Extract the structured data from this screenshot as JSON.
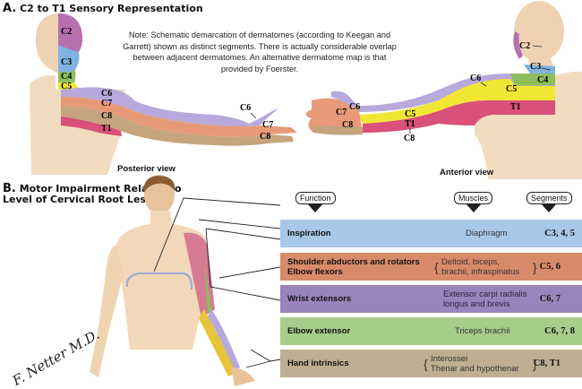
{
  "section_a": {
    "letter": "A.",
    "title": "C2 to T1 Sensory Representation",
    "note": "Note: Schematic demarcation of dermatomes (according to Keegan and Garrett) shown as distinct segments. There is actually considerable overlap between adjacent dermatomes. An alternative dermatome map is that provided by Foerster.",
    "posterior_view": {
      "label": "Posterior view",
      "dermatomes": [
        "C2",
        "C3",
        "C4",
        "C5",
        "C6",
        "C7",
        "C8",
        "T1",
        "C6",
        "C7",
        "C8"
      ]
    },
    "anterior_view": {
      "label": "Anterior view",
      "dermatomes": [
        "C2",
        "C3",
        "C4",
        "C5",
        "C6",
        "T1",
        "C6",
        "C7",
        "C8",
        "C5",
        "T1",
        "C8"
      ]
    },
    "colors": {
      "C2": "#b86fb0",
      "C3": "#7fb3e0",
      "C4": "#8cbf5a",
      "C5": "#f2e634",
      "C6": "#b7a9dc",
      "C7": "#e89a78",
      "C8": "#c5a47e",
      "T1": "#d9507a"
    }
  },
  "section_b": {
    "letter": "B.",
    "title_line1": "Motor Impairment Related to",
    "title_line2": "Level of Cervical Root Lesion",
    "callouts": {
      "function": "Function",
      "muscles": "Muscles",
      "segments": "Segments"
    },
    "rows": [
      {
        "function": [
          "Inspiration"
        ],
        "muscles": [
          "Diaphragm"
        ],
        "brace": false,
        "segments": "C3, 4, 5",
        "color": "#a8c8ea"
      },
      {
        "function": [
          "Shoulder abductors and rotators",
          "Elbow flexors"
        ],
        "muscles": [
          "Deltoid, biceps,",
          "brachii, infraspinatus"
        ],
        "brace": true,
        "segments": "C5, 6",
        "color": "#d98a6a"
      },
      {
        "function": [
          "Wrist extensors"
        ],
        "muscles": [
          "Extensor carpi radialis",
          "longus and brevis"
        ],
        "brace": false,
        "segments": "C6, 7",
        "color": "#9b83bb"
      },
      {
        "function": [
          "Elbow extensor"
        ],
        "muscles": [
          "Triceps brachii"
        ],
        "brace": false,
        "segments": "C6, 7, 8",
        "color": "#a6cd8a"
      },
      {
        "function": [
          "Hand intrinsics"
        ],
        "muscles": [
          "Interossei",
          "Thenar and hypothenar"
        ],
        "brace": true,
        "segments": "C8, T1",
        "color": "#bfae92"
      }
    ]
  },
  "signature": "F. Netter M.D."
}
